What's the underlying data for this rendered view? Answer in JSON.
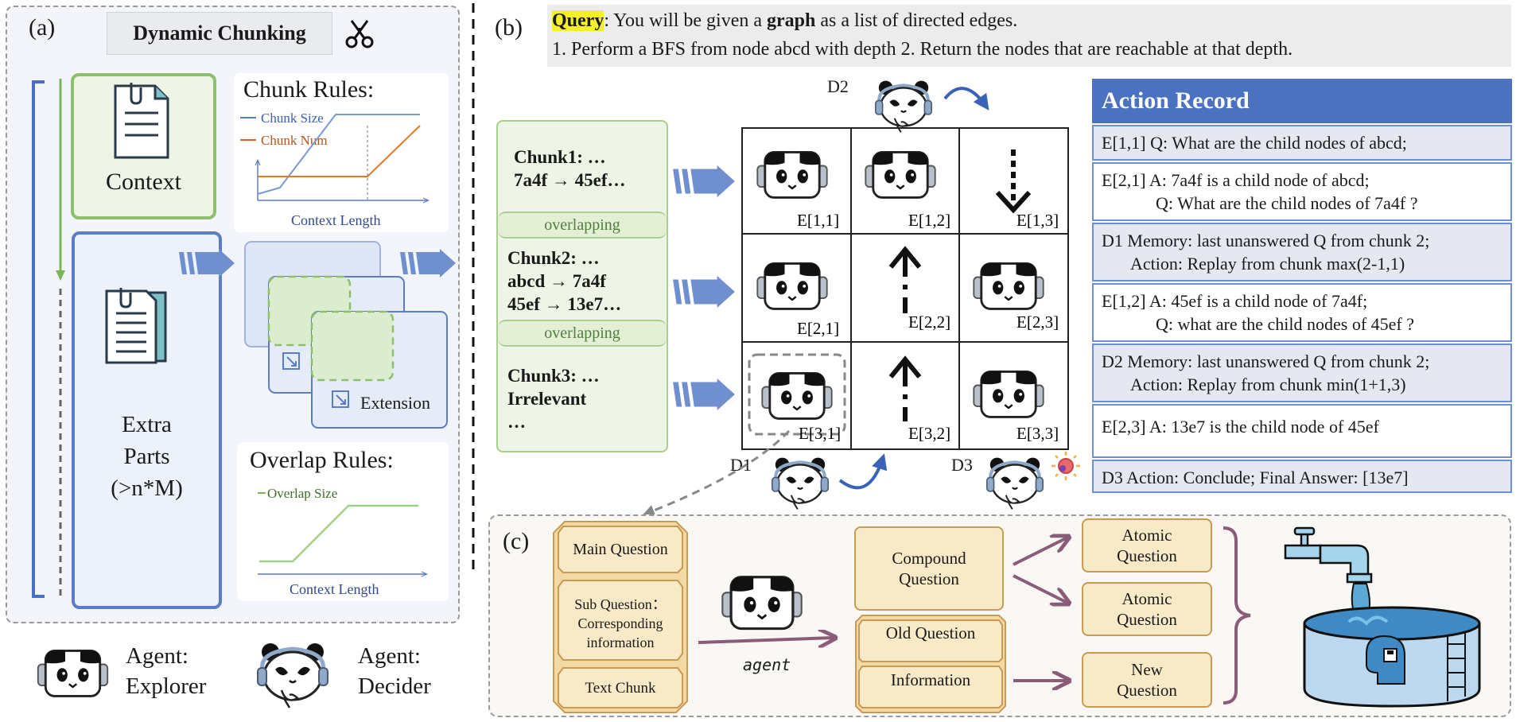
{
  "panel_labels": {
    "a": "(a)",
    "b": "(b)",
    "c": "(c)"
  },
  "panel_a": {
    "title": "Dynamic Chunking",
    "context_label": "Context",
    "extra_parts_label": [
      "Extra",
      "Parts",
      "(>n*M)"
    ],
    "extension_label": "Extension",
    "chunk_rules": {
      "title": "Chunk Rules:",
      "legend": [
        "Chunk Size",
        "Chunk Num"
      ],
      "xlabel": "Context Length"
    },
    "overlap_rules": {
      "title": "Overlap Rules:",
      "legend": [
        "Overlap Size"
      ],
      "xlabel": "Context Length"
    }
  },
  "legend": {
    "explorer": [
      "Agent:",
      "Explorer"
    ],
    "decider": [
      "Agent:",
      "Decider"
    ]
  },
  "panel_b": {
    "query_label": "Query",
    "query_line1_pre": ": You will be given a ",
    "query_line1_bold": "graph",
    "query_line1_post": " as a list of directed edges.",
    "query_line2": "1. Perform a BFS from node abcd with depth  2. Return the nodes that are reachable at that depth.",
    "chunks": [
      {
        "lines": [
          "Chunk1: …",
          "7a4f → 45ef…"
        ]
      },
      {
        "lines": [
          "Chunk2: …",
          "abcd → 7a4f",
          "45ef → 13e7…"
        ]
      },
      {
        "lines": [
          "Chunk3: …",
          "Irrelevant",
          "…"
        ]
      }
    ],
    "overlapping_label": "overlapping",
    "grid_labels": [
      "E[1,1]",
      "E[1,2]",
      "E[1,3]",
      "E[2,1]",
      "E[2,2]",
      "E[2,3]",
      "E[3,1]",
      "E[3,2]",
      "E[3,3]"
    ],
    "deciders": {
      "d1": "D1",
      "d2": "D2",
      "d3": "D3"
    },
    "action_record": {
      "title": "Action Record",
      "rows": [
        {
          "lines": [
            "E[1,1] Q: What are the child nodes of abcd;"
          ],
          "shade": "grey"
        },
        {
          "lines": [
            "E[2,1] A: 7a4f is a child node of abcd;",
            "Q: What are the child nodes of 7a4f ?"
          ],
          "shade": "white"
        },
        {
          "lines": [
            "D1 Memory: last unanswered Q from chunk 2;",
            "Action: Replay from chunk max(2-1,1)"
          ],
          "shade": "grey"
        },
        {
          "lines": [
            "E[1,2] A: 45ef is a child node of 7a4f;",
            "Q: what are the child nodes of 45ef ?"
          ],
          "shade": "white"
        },
        {
          "lines": [
            "D2 Memory: last unanswered Q from chunk 2;",
            "Action: Replay from  chunk min(1+1,3)"
          ],
          "shade": "grey"
        },
        {
          "lines": [
            "E[2,3] A: 13e7 is the child node of 45ef"
          ],
          "shade": "white"
        },
        {
          "lines": [
            "D3 Action: Conclude; Final Answer: [13e7]"
          ],
          "shade": "grey"
        }
      ]
    }
  },
  "panel_c": {
    "left_stack": [
      "Main Question",
      "Sub Question：Corresponding information",
      "Text Chunk"
    ],
    "agent_label": "agent",
    "compound_question": [
      "Compound",
      "Question"
    ],
    "old_question": "Old Question",
    "information": "Information",
    "atomic_1": [
      "Atomic",
      "Question"
    ],
    "atomic_2": [
      "Atomic",
      "Question"
    ],
    "new_question": [
      "New",
      "Question"
    ]
  },
  "colors": {
    "green_border": "#7ab55c",
    "blue_border": "#4a6fc4",
    "action_header": "#4a72c0",
    "query_highlight": "#f5f02a",
    "question_fill": "#f8e9c7",
    "arrow_purple": "#8a5c7a"
  }
}
